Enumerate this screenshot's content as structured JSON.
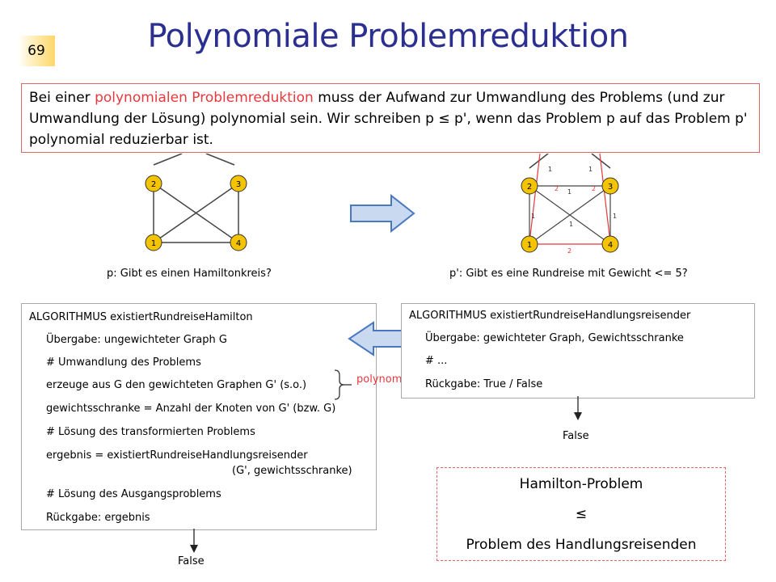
{
  "slide": {
    "number": "69",
    "title": "Polynomiale Problemreduktion"
  },
  "intro": {
    "part1": "Bei einer ",
    "highlight": "polynomialen Problemreduktion",
    "part2": " muss der Aufwand zur Umwandlung des Problems (und zur Umwandlung der Lösung) polynomial sein. Wir schreiben p ≤ p', wenn das Problem p auf das Problem p' polynomial reduzierbar ist."
  },
  "graph_left": {
    "nodes": [
      "1",
      "2",
      "3",
      "4"
    ],
    "caption": "p: Gibt es einen Hamiltonkreis?"
  },
  "graph_right": {
    "nodes": [
      "1",
      "2",
      "3",
      "4"
    ],
    "edge_weights": {
      "e12": "1",
      "e34": "1",
      "e14": "2",
      "e13": "1",
      "e24": "1",
      "e23_top": "1",
      "cross_left": "2",
      "cross_right": "2",
      "top_left": "1",
      "top_right": "1"
    },
    "caption": "p': Gibt es eine Rundreise mit Gewicht <= 5?"
  },
  "algo_left": {
    "lines": [
      "ALGORITHMUS existiertRundreiseHamilton",
      "Übergabe: ungewichteter Graph G",
      "# Umwandlung des Problems",
      "erzeuge aus G den gewichteten Graphen G' (s.o.)",
      "gewichtsschranke = Anzahl der Knoten von G' (bzw. G)",
      "# Lösung des transformierten Problems",
      "ergebnis = existiertRundreiseHandlungsreisender",
      "(G', gewichtsschranke)",
      "# Lösung des Ausgangsproblems",
      "Rückgabe: ergebnis"
    ],
    "output": "False"
  },
  "polynomial_label": "polynomial",
  "algo_right": {
    "lines": [
      "ALGORITHMUS existiertRundreiseHandlungsreisender",
      "Übergabe: gewichteter Graph, Gewichtsschranke",
      "# ...",
      "Rückgabe: True / False"
    ],
    "output": "False"
  },
  "summary": {
    "line1": "Hamilton-Problem",
    "line2": "≤",
    "line3": "Problem des Handlungsreisenden"
  },
  "colors": {
    "title": "#2b2f8f",
    "highlight": "#e8383d",
    "node_fill": "#f5c400",
    "arrow_fill": "#c9d9f0",
    "arrow_stroke": "#4a78c0",
    "red_edge": "#e8383d"
  }
}
